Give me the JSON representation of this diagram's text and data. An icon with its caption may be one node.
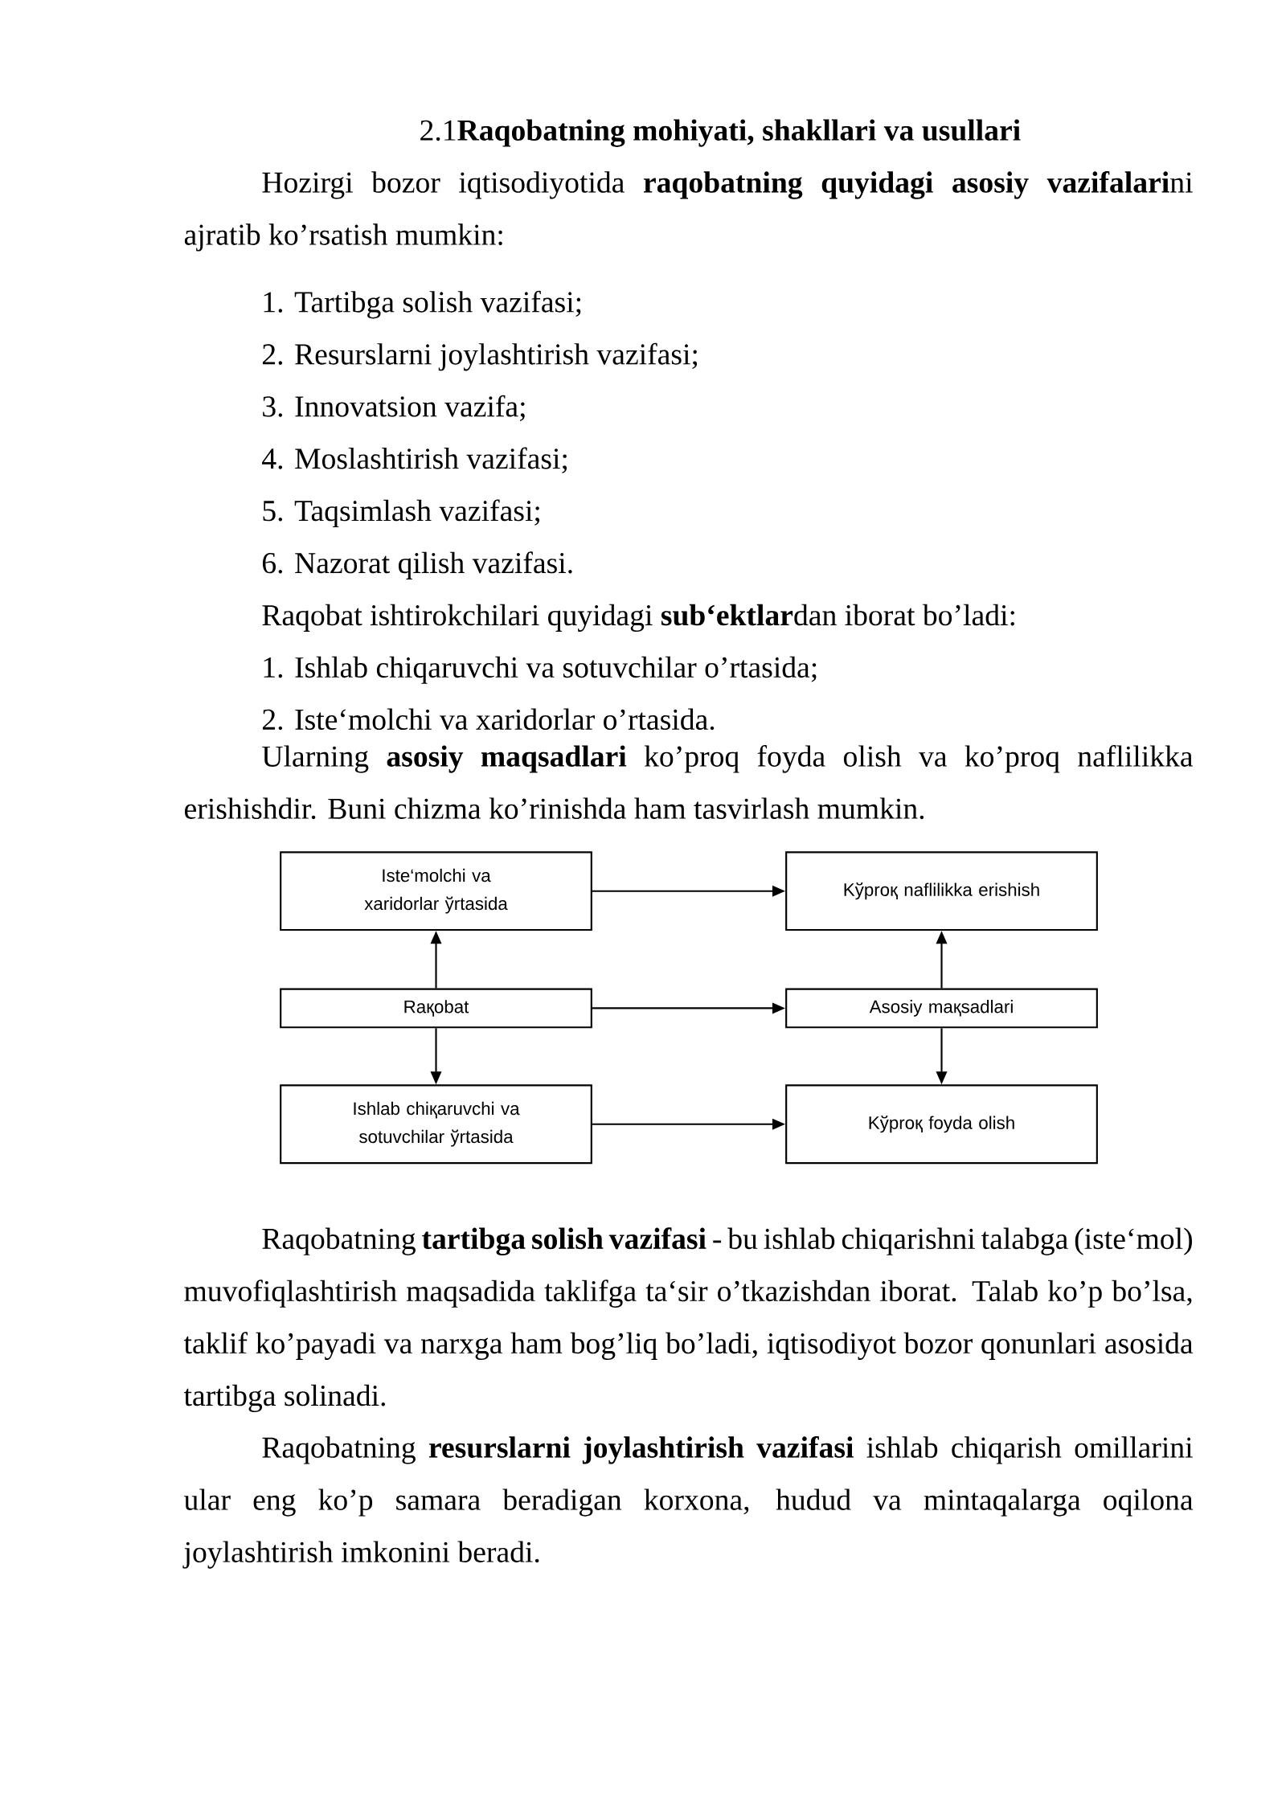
{
  "diagram": {
    "title": "2.1**Raqobatning mohiyati, shakllari va usullari**",
    "nodes": [
      {
        "text": [
          "Iste‘molchi va xaridorlar ўrtasida"
        ]
      },
      {
        "text": [
          "Kўproқ naflilikka erishish"
        ]
      },
      {
        "text": [
          "Raқobat"
        ]
      },
      {
        "text": [
          "Asosiy maқsadlari"
        ]
      },
      {
        "text": [
          "Ishlab chiқaruvchi va sotuvchilar ўrtasida"
        ]
      },
      {
        "text": [
          "Kўproқ foyda olish"
        ]
      }
    ],
    "edges": [
      {
        "from": 0,
        "to": 1,
        "arrow": "to"
      },
      {
        "from": 2,
        "to": 0,
        "arrow": "to"
      },
      {
        "from": 3,
        "to": 1,
        "arrow": "to"
      },
      {
        "from": 2,
        "to": 3,
        "arrow": "to"
      },
      {
        "from": 2,
        "to": 4,
        "arrow": "to"
      },
      {
        "from": 3,
        "to": 5,
        "arrow": "to"
      },
      {
        "from": 4,
        "to": 5,
        "arrow": "to"
      }
    ],
    "labels": [
      "Hozirgi bozor iqtisodiyotida **raqobatning quyidagi asosiy vazifalari**ni ajratib ko’rsatish mumkin:",
      "1. Tartibga solish vazifasi;",
      "2. Resurslarni joylashtirish vazifasi;",
      "3. Innovatsion vazifa;",
      "4. Moslashtirish vazifasi;",
      "5. Taqsimlash vazifasi;",
      "6. Nazorat qilish vazifasi.",
      "Raqobat ishtirokchilari quyidagi **sub‘ektlar**dan iborat bo’ladi:",
      "1. Ishlab chiqaruvchi va sotuvchilar o’rtasida;",
      "2. Iste‘molchi va xaridorlar o’rtasida.",
      "Ularning **asosiy maqsadlari** ko’proq foyda olish va ko’proq naflilikka erishishdir. Buni chizma ko’rinishda ham tasvirlash mumkin.",
      "Raqobatning **tartibga solish vazifasi**  -  bu ishlab chiqarishni talabga (iste‘mol) muvofiqlashtirish maqsadida taklifga ta‘sir o’tkazishdan iborat. Talab ko’p bo’lsa, taklif ko’payadi va narxga ham bog’liq bo’ladi, iqtisodiyot bozor qonunlari asosida tartibga solinadi.",
      "Raqobatning **resurslarni joylashtirish vazifasi** ishlab chiqarish omillarini ular eng ko’p samara beradigan korxona, hudud va mintaqalarga oqilona joylashtirish imkonini beradi."
    ]
  }
}
